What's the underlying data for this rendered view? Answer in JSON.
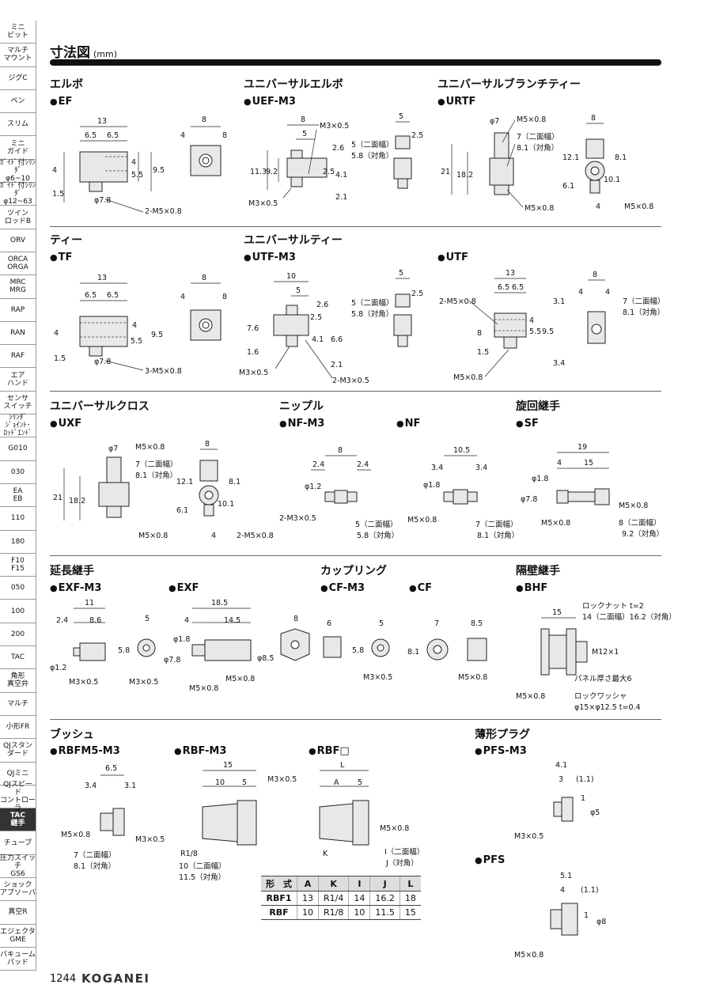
{
  "sidebar": {
    "items": [
      {
        "label": "ミニ\nピット"
      },
      {
        "label": "マルチ\nマウント"
      },
      {
        "label": "ジグC"
      },
      {
        "label": "ペン"
      },
      {
        "label": "スリム"
      },
      {
        "label": "ミニ\nガイド"
      },
      {
        "label": "ｶﾞｲﾄﾞ付ｼﾘﾝﾀﾞ\nφ6~10"
      },
      {
        "label": "ｶﾞｲﾄﾞ付ｼﾘﾝﾀﾞ\nφ12~63"
      },
      {
        "label": "ツイン\nロッドB"
      },
      {
        "label": "ORV"
      },
      {
        "label": "ORCA\nORGA"
      },
      {
        "label": "MRC\nMRG"
      },
      {
        "label": "RAP"
      },
      {
        "label": "RAN"
      },
      {
        "label": "RAF"
      },
      {
        "label": "エア\nハンド"
      },
      {
        "label": "センサ\nスイッチ"
      },
      {
        "label": "ｼﾘﾝﾀﾞ\nｼﾞｮｲﾝﾄ･\nﾛｯﾄﾞｴﾝﾄﾞ"
      },
      {
        "label": "G010"
      },
      {
        "label": "030"
      },
      {
        "label": "EA\nEB"
      },
      {
        "label": "110"
      },
      {
        "label": "180"
      },
      {
        "label": "F10\nF15"
      },
      {
        "label": "050"
      },
      {
        "label": "100"
      },
      {
        "label": "200"
      },
      {
        "label": "TAC"
      },
      {
        "label": "角形\n真空弁"
      },
      {
        "label": "マルチ"
      },
      {
        "label": "小形FR"
      },
      {
        "label": "QJスタン\nダード"
      },
      {
        "label": "QJミニ"
      },
      {
        "label": "QJスピード\nコントローラ"
      },
      {
        "label": "TAC\n継手",
        "active": true
      },
      {
        "label": "チューブ"
      },
      {
        "label": "圧力スイッチ\nGS6"
      },
      {
        "label": "ショック\nアブソーバ"
      },
      {
        "label": "真空R"
      },
      {
        "label": "エジェクタ\nGME"
      },
      {
        "label": "バキューム\nパッド"
      }
    ]
  },
  "header": {
    "title": "寸法図",
    "unit": "(mm)"
  },
  "sections": {
    "elbow": {
      "title": "エルボ",
      "model": "EF"
    },
    "uelbow": {
      "title": "ユニバーサルエルボ",
      "model": "UEF-M3"
    },
    "ubranch": {
      "title": "ユニバーサルブランチティー",
      "model": "URTF"
    },
    "tee": {
      "title": "ティー",
      "model": "TF"
    },
    "utee": {
      "title": "ユニバーサルティー",
      "model_a": "UTF-M3",
      "model_b": "UTF"
    },
    "ucross": {
      "title": "ユニバーサルクロス",
      "model": "UXF"
    },
    "nipple": {
      "title": "ニップル",
      "model_a": "NF-M3",
      "model_b": "NF"
    },
    "swivel": {
      "title": "旋回継手",
      "model": "SF"
    },
    "ext": {
      "title": "延長継手",
      "model_a": "EXF-M3",
      "model_b": "EXF"
    },
    "coupling": {
      "title": "カップリング",
      "model_a": "CF-M3",
      "model_b": "CF"
    },
    "bulkhead": {
      "title": "隔壁継手",
      "model": "BHF"
    },
    "bush": {
      "title": "ブッシュ",
      "model_a": "RBFM5-M3",
      "model_b": "RBF-M3",
      "model_c": "RBF□"
    },
    "plug": {
      "title": "薄形プラグ",
      "model_a": "PFS-M3",
      "model_b": "PFS"
    }
  },
  "dims": {
    "ef": [
      "13",
      "6.5",
      "6.5",
      "8",
      "4",
      "4",
      "8",
      "1.5",
      "5.5",
      "4",
      "9.5",
      "φ7.8",
      "2-M5×0.8"
    ],
    "uef": [
      "8",
      "5",
      "M3×0.5",
      "2.6",
      "5（二面幅）",
      "5.8（対角）",
      "5",
      "2.5",
      "11.3",
      "9.2",
      "2.5",
      "4.1",
      "2.1",
      "M3×0.5"
    ],
    "urtf": [
      "φ7",
      "M5×0.8",
      "7（二面幅）",
      "8.1（対角）",
      "21",
      "18.2",
      "8",
      "12.1",
      "8.1",
      "10.1",
      "6.1",
      "4",
      "M5×0.8",
      "M5×0.8"
    ],
    "tf": [
      "13",
      "6.5",
      "6.5",
      "8",
      "4",
      "4",
      "8",
      "1.5",
      "5.5",
      "4",
      "9.5",
      "φ7.8",
      "3-M5×0.8"
    ],
    "utfm3": [
      "10",
      "5",
      "5（二面幅）",
      "5.8（対角）",
      "5",
      "2.5",
      "2.6",
      "2.5",
      "7.6",
      "1.6",
      "4.1",
      "6.6",
      "2.1",
      "M3×0.5",
      "2-M3×0.5"
    ],
    "utf": [
      "13",
      "6.5",
      "6.5",
      "2-M5×0.8",
      "8",
      "1.5",
      "5.5",
      "4",
      "9.5",
      "3.1",
      "3.4",
      "M5×0.8",
      "8",
      "4",
      "4",
      "7（二面幅）",
      "8.1（対角）"
    ],
    "uxf": [
      "φ7",
      "M5×0.8",
      "7（二面幅）",
      "8.1（対角）",
      "21",
      "18.2",
      "8",
      "12.1",
      "8.1",
      "10.1",
      "6.1",
      "4",
      "M5×0.8",
      "2-M5×0.8"
    ],
    "nfm3": [
      "8",
      "2.4",
      "2.4",
      "φ1.2",
      "2-M3×0.5",
      "5（二面幅）",
      "5.8（対角）"
    ],
    "nf": [
      "10.5",
      "3.4",
      "3.4",
      "φ1.8",
      "M5×0.8",
      "7（二面幅）",
      "8.1（対角）"
    ],
    "sf": [
      "19",
      "4",
      "15",
      "φ1.8",
      "φ7.8",
      "M5×0.8",
      "M5×0.8",
      "8（二面幅）",
      "9.2（対角）"
    ],
    "exfm3": [
      "11",
      "2.4",
      "8.6",
      "φ1.2",
      "5",
      "5.8",
      "M3×0.5",
      "M3×0.5"
    ],
    "exf": [
      "18.5",
      "4",
      "14.5",
      "φ1.8",
      "φ7.8",
      "M5×0.8",
      "M5×0.8",
      "8",
      "φ8.5"
    ],
    "cfm3": [
      "6",
      "5",
      "5.8",
      "M3×0.5"
    ],
    "cf": [
      "7",
      "8.5",
      "8.1",
      "M5×0.8"
    ],
    "bhf": [
      "15",
      "ロックナット t=2",
      "14（二面幅）16.2（対角）",
      "M12×1",
      "パネル厚さ最大6",
      "ロックワッシャ",
      "φ15×φ12.5 t=0.4",
      "M5×0.8"
    ],
    "rbfm5": [
      "6.5",
      "3.4",
      "3.1",
      "M5×0.8",
      "M3×0.5",
      "7（二面幅）",
      "8.1（対角）"
    ],
    "rbfm3": [
      "15",
      "10",
      "5",
      "M3×0.5",
      "R1/8",
      "10（二面幅）",
      "11.5（対角）"
    ],
    "rbf": [
      "L",
      "A",
      "5",
      "M5×0.8",
      "K",
      "I（二面幅）",
      "J（対角）"
    ],
    "pfsm3": [
      "4.1",
      "3",
      "(1.1)",
      "1",
      "φ5",
      "M3×0.5"
    ],
    "pfs": [
      "5.1",
      "4",
      "(1.1)",
      "1",
      "φ8",
      "M5×0.8"
    ]
  },
  "spec_table": {
    "headers": [
      "形　式",
      "A",
      "K",
      "I",
      "J",
      "L"
    ],
    "rows": [
      [
        "RBF1",
        "13",
        "R1/4",
        "14",
        "16.2",
        "18"
      ],
      [
        "RBF",
        "10",
        "R1/8",
        "10",
        "11.5",
        "15"
      ]
    ]
  },
  "footer": {
    "page": "1244",
    "brand": "KOGANEI"
  }
}
